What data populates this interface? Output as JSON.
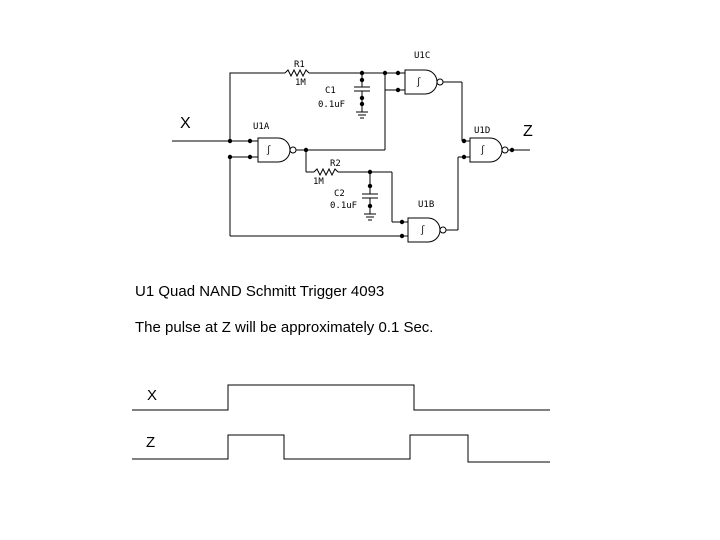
{
  "schematic": {
    "input_label": "X",
    "output_label": "Z",
    "gates": {
      "u1a": "U1A",
      "u1b": "U1B",
      "u1c": "U1C",
      "u1d": "U1D",
      "schmitt_symbol": "∫"
    },
    "r1": {
      "name": "R1",
      "value": "1M"
    },
    "c1": {
      "name": "C1",
      "value": "0.1uF"
    },
    "r2": {
      "name": "R2",
      "value": "1M"
    },
    "c2": {
      "name": "C2",
      "value": "0.1uF"
    }
  },
  "caption": {
    "line1": "U1 Quad NAND Schmitt Trigger 4093",
    "line2": "The pulse at Z will be approximately 0.1 Sec."
  },
  "timing": {
    "x_label": "X",
    "z_label": "Z"
  }
}
